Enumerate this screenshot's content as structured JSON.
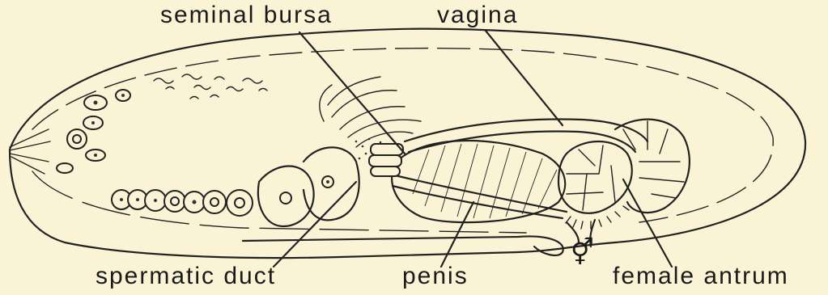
{
  "diagram": {
    "background": "#fbf3d6",
    "ink": "#222222",
    "labels": {
      "seminal_bursa": "seminal bursa",
      "vagina": "vagina",
      "spermatic_duct": "spermatic duct",
      "penis": "penis",
      "female_antrum": "female antrum"
    },
    "symbols": {
      "gonopore": "⚥"
    }
  }
}
